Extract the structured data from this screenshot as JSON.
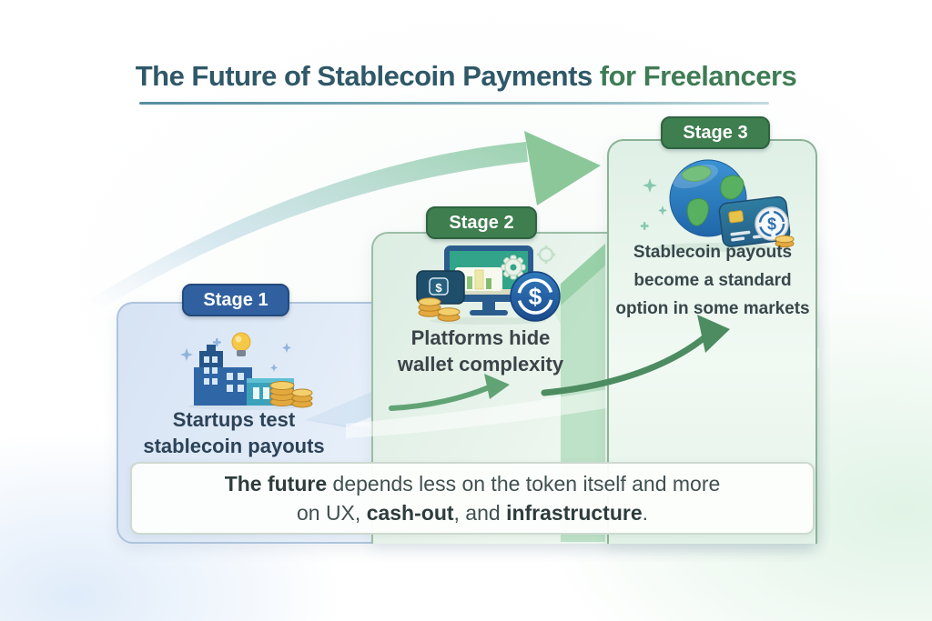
{
  "title": {
    "main": "The Future of Stablecoin Payments",
    "accent": " for Freelancers"
  },
  "stages": [
    {
      "badge": "Stage 1",
      "line1": "Startups test",
      "line2": "stablecoin payouts",
      "icon": "buildings-coins-lightbulb-icon"
    },
    {
      "badge": "Stage 2",
      "line1": "Platforms hide",
      "line2": "wallet complexity",
      "icon": "monitor-wallet-stablecoin-icon"
    },
    {
      "badge": "Stage 3",
      "line1": "Stablecoin payouts",
      "line2": "become a standard",
      "line3": "option in some markets",
      "icon": "globe-card-stablecoin-icon"
    }
  ],
  "banner": {
    "line1_bold": "The future",
    "line1_rest": " depends less on the token itself and more",
    "line2_pre": "on UX, ",
    "line2_bold1": "cash-out",
    "line2_mid": ", and ",
    "line2_bold2": "infrastructure",
    "line2_end": "."
  },
  "glyphs": {
    "dollar": "$"
  },
  "icons": {
    "arrow_big": "growth-swoosh-arrow-icon",
    "arrow_mid": "curved-arrow-icon",
    "arrow_small": "curved-arrow-icon"
  },
  "colors": {
    "title_main": "#2f5868",
    "title_accent": "#3f7c55",
    "stage1_badge": "#30609f",
    "stage2_badge": "#3e7e4f",
    "stage3_badge": "#3e7e4f",
    "panel1_tint": "#d6e3f4",
    "panel2_tint": "#dcede2",
    "panel3_tint": "#dff0e6",
    "arrow_green": "#4c8c60",
    "coin_gold": "#e2a93e",
    "stablecoin_blue": "#2767b1",
    "globe_ocean": "#2f86c9",
    "globe_land": "#57b160"
  }
}
